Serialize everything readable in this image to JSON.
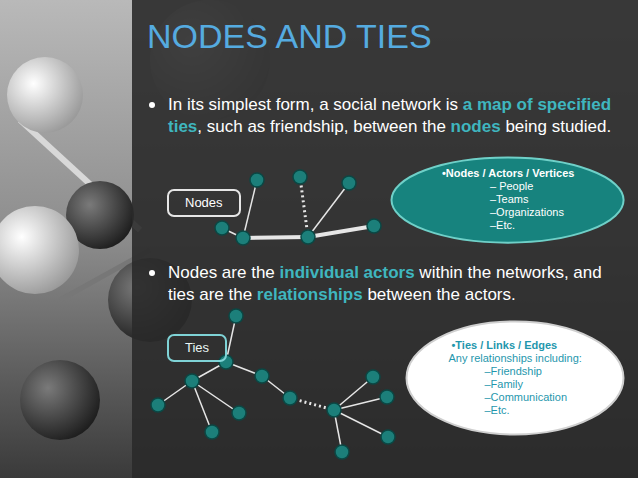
{
  "diagram": {
    "title": "NODES AND TIES",
    "nodes": [
      {
        "text": [
          "•Nodes / Actors / Vertices",
          "– People",
          "–Teams",
          "–Organizations",
          "–Etc."
        ]
      },
      {
        "text": [
          "Nodes"
        ]
      },
      {
        "text": [
          "Ties"
        ]
      },
      {
        "text": [
          "•Ties / Links / Edges",
          "Any relationships including:",
          "–Friendship",
          "–Family",
          "–Communication",
          "–Etc."
        ]
      }
    ],
    "labels": [
      "In its simplest form, a social network is",
      "a map of specified ties",
      ", such as friendship, between the",
      "nodes",
      "being studied.",
      "Nodes are the",
      "individual actors",
      "within the networks, and ties are the",
      "relationships",
      "between the actors."
    ]
  }
}
